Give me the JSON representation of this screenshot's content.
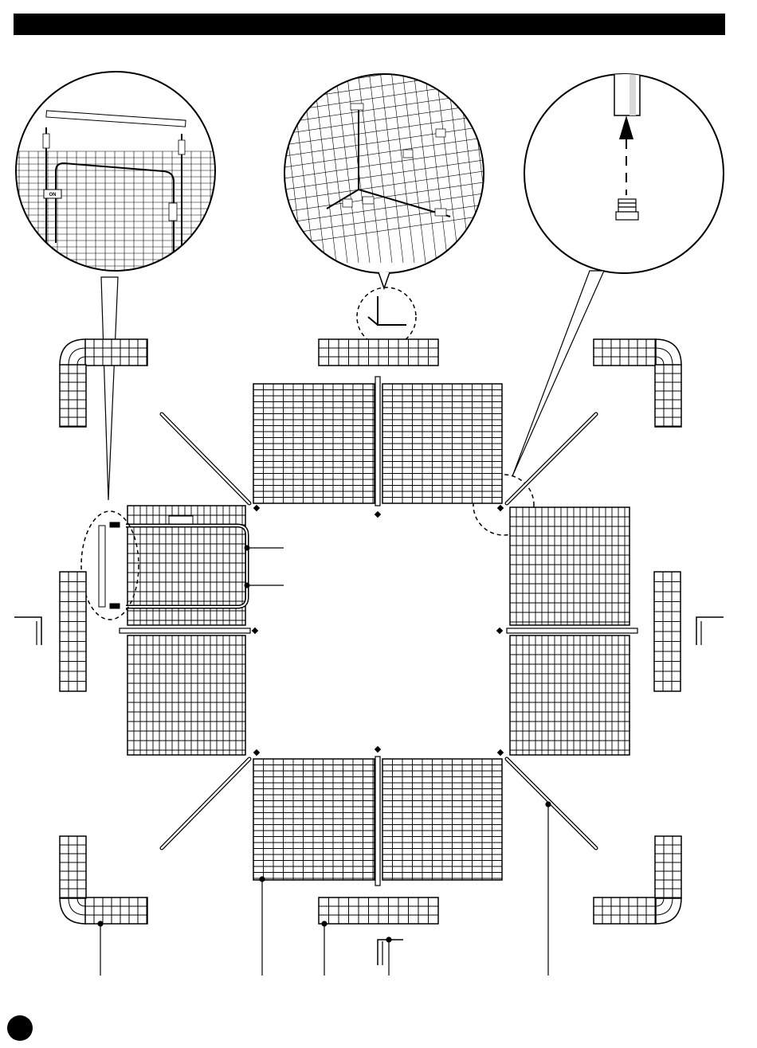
{
  "header": {
    "title": ""
  },
  "page": {
    "number": ""
  },
  "detail_callouts": {
    "gate_lock_label": "ON"
  },
  "colors": {
    "ink": "#000000",
    "paper": "#ffffff",
    "header_bar": "#000000",
    "tube_highlight": "#d9d9d9"
  },
  "icons": [
    "gate-hinge-detail",
    "corner-clip-detail",
    "tube-end-cap-detail"
  ]
}
